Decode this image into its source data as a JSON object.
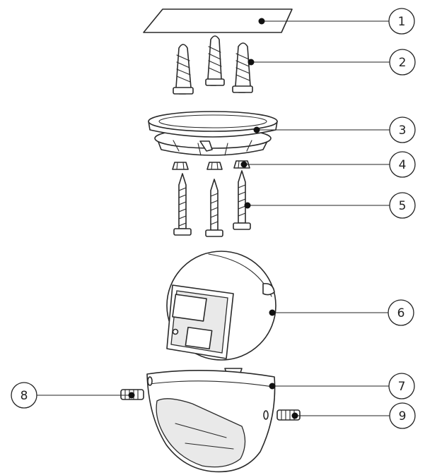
{
  "callouts": [
    {
      "label": "1"
    },
    {
      "label": "2"
    },
    {
      "label": "3"
    },
    {
      "label": "4"
    },
    {
      "label": "5"
    },
    {
      "label": "6"
    },
    {
      "label": "7"
    },
    {
      "label": "8"
    },
    {
      "label": "9"
    }
  ]
}
